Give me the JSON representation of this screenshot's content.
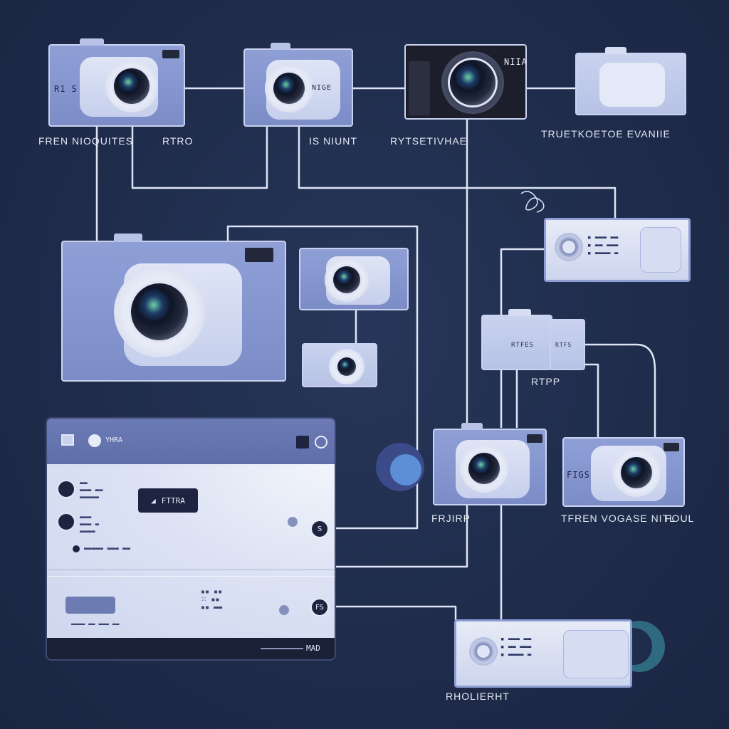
{
  "colors": {
    "background": "#1f2c4b",
    "camera_body": "#8f9fd6",
    "wire": "#dfe5f6",
    "accent_blue": "#5c8fd6"
  },
  "nodes": {
    "cam1": {
      "left_mark": "R1 S",
      "caption": "FREN NIOQUITES"
    },
    "cam2": {
      "panel_mark": "NIGE",
      "caption": "RTRO"
    },
    "cam3": {
      "brand_mark": "NIIA",
      "caption": "IS NIUNT"
    },
    "cam4": {
      "caption": "RYTSETIVHAE"
    },
    "card_top": {
      "caption": "TRUETKOETOE EVANIIE"
    },
    "cam_large": {},
    "cam_small1": {},
    "cam_small2": {},
    "mid_pair": {
      "caption": "RTPP",
      "label_left": "RTFES",
      "label_right": "RTFS"
    },
    "cam_bottom_left": {
      "caption": "FRJIRP"
    },
    "cam_bottom_right": {
      "left_mark": "FIGS",
      "caption_left": "TFREN VOGASE NITL",
      "caption_right": "FOUL"
    },
    "card_right": {},
    "card_bottom": {
      "caption": "RHOLIERHT"
    }
  },
  "tablet": {
    "header_label": "YHRA",
    "chip_label": "FTTRA",
    "endcap1_label": "S",
    "endcap2_label": "FS",
    "footer_label": "MAD"
  }
}
